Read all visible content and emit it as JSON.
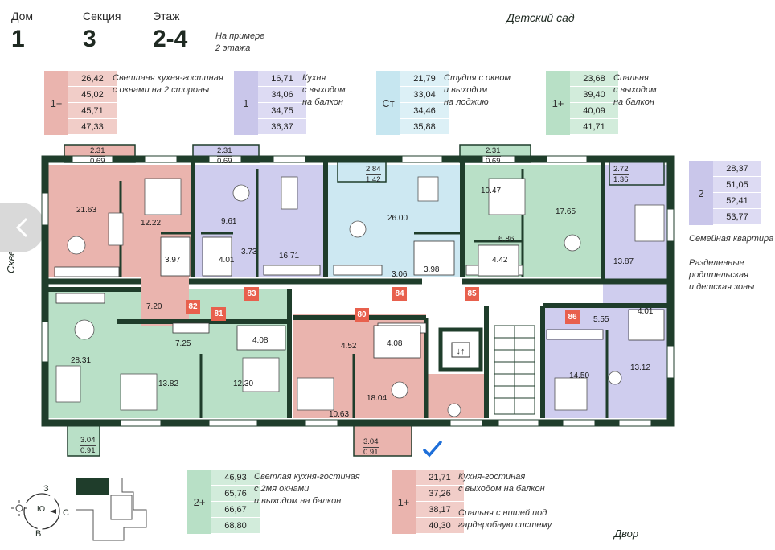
{
  "header": {
    "house_label": "Дом",
    "house_value": "1",
    "section_label": "Секция",
    "section_value": "3",
    "floor_label": "Этаж",
    "floor_value": "2-4",
    "example_note_1": "На примере",
    "example_note_2": "2 этажа",
    "kindergarten": "Детский сад"
  },
  "legends": [
    {
      "rooms": "1+",
      "areas": [
        "26,42",
        "45,02",
        "45,71",
        "47,33"
      ],
      "desc": [
        "Светланя кухня-гостиная",
        "с окнами на 2 стороны"
      ],
      "color": "#eab4ae",
      "area_color": "#f1cdc8"
    },
    {
      "rooms": "1",
      "areas": [
        "16,71",
        "34,06",
        "34,75",
        "36,37"
      ],
      "desc": [
        "Кухня",
        "с выходом",
        "на балкон"
      ],
      "color": "#c9c6ea",
      "area_color": "#dddbf3"
    },
    {
      "rooms": "Ст",
      "areas": [
        "21,79",
        "33,04",
        "34,46",
        "35,88"
      ],
      "desc": [
        "Студия с окном",
        "и выходом",
        "на лоджию"
      ],
      "color": "#c6e6f0",
      "area_color": "#dcf0f6"
    },
    {
      "rooms": "1+",
      "areas": [
        "23,68",
        "39,40",
        "40,09",
        "41,71"
      ],
      "desc": [
        "Спальня",
        "с выходом",
        "на балкон"
      ],
      "color": "#b8e0c6",
      "area_color": "#d2ecdb"
    },
    {
      "rooms": "2",
      "areas": [
        "28,37",
        "51,05",
        "52,41",
        "53,77"
      ],
      "desc": [
        "Семейная квартира",
        "",
        "Разделенные",
        "родительская",
        "и детская зоны"
      ],
      "color": "#c9c6ea",
      "area_color": "#dddbf3"
    },
    {
      "rooms": "2+",
      "areas": [
        "46,93",
        "65,76",
        "66,67",
        "68,80"
      ],
      "desc": [
        "Светлая кухня-гостиная",
        "с 2мя окнами",
        "и выходом на балкон"
      ],
      "color": "#b8e0c6",
      "area_color": "#d2ecdb"
    },
    {
      "rooms": "1+",
      "areas": [
        "21,71",
        "37,26",
        "38,17",
        "40,30"
      ],
      "desc": [
        "Кухня-гостиная",
        "с выходом на балкон",
        "",
        "Спальня с нишей под",
        "гардеробную систему"
      ],
      "color": "#eab4ae",
      "area_color": "#f1cdc8"
    }
  ],
  "sides": {
    "left": "Сквер",
    "bottom": "Двор"
  },
  "compass": {
    "n": "З",
    "e": "С",
    "s": "В",
    "w": "Ю"
  },
  "apartments": [
    "80",
    "81",
    "82",
    "83",
    "84",
    "85",
    "86"
  ],
  "rooms": [
    "21.63",
    "12.22",
    "3.97",
    "9.61",
    "4.01",
    "3.73",
    "16.71",
    "26.00",
    "3.06",
    "3.98",
    "10.47",
    "6.86",
    "4.42",
    "17.65",
    "13.87",
    "4.01",
    "5.55",
    "14.50",
    "13.12",
    "28.31",
    "7.20",
    "7.25",
    "13.82",
    "4.08",
    "12.30",
    "4.52",
    "4.08",
    "10.63",
    "18.04"
  ],
  "balconies": [
    {
      "a": "2.31",
      "b": "0.69"
    },
    {
      "a": "2.31",
      "b": "0.69"
    },
    {
      "a": "2.84",
      "b": "1.42"
    },
    {
      "a": "2.31",
      "b": "0.69"
    },
    {
      "a": "2.72",
      "b": "1.36"
    },
    {
      "a": "3.04",
      "b": "0.91"
    },
    {
      "a": "3.04",
      "b": "0.91"
    }
  ],
  "colors": {
    "wall": "#1f3d2b",
    "pink": "#eab4ae",
    "lilac": "#cfcdee",
    "blue": "#cde8f2",
    "green": "#b9e0c7",
    "tag": "#e8604d"
  }
}
